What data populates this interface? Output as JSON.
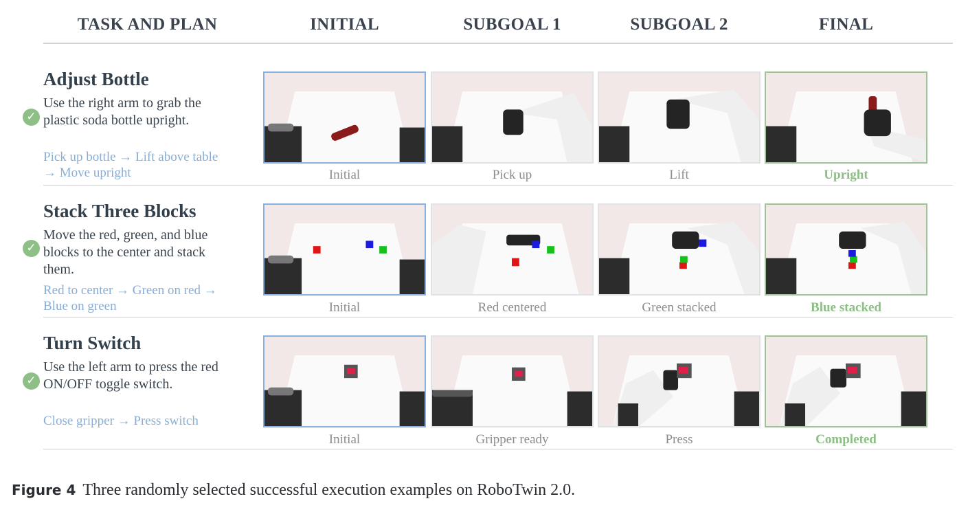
{
  "header": {
    "task_and_plan": "TASK AND PLAN",
    "initial": "INITIAL",
    "subgoal1": "SUBGOAL 1",
    "subgoal2": "SUBGOAL 2",
    "final": "FINAL"
  },
  "tasks": [
    {
      "title": "Adjust Bottle",
      "description": "Use the right arm to grab the plastic soda bottle upright.",
      "plan": "Pick up bottle → Lift above table → Move upright",
      "captions": [
        "Initial",
        "Pick up",
        "Lift",
        "Upright"
      ]
    },
    {
      "title": "Stack Three Blocks",
      "description": "Move the red, green, and blue blocks to the center and stack them.",
      "plan": "Red to center → Green on red → Blue on green",
      "captions": [
        "Initial",
        "Red centered",
        "Green stacked",
        "Blue stacked"
      ]
    },
    {
      "title": "Turn Switch",
      "description": "Use the left arm to press the red ON/OFF toggle switch.",
      "plan": "Close gripper → Press switch",
      "captions": [
        "Initial",
        "Gripper ready",
        "Press",
        "Completed"
      ]
    }
  ],
  "figure": {
    "label": "Figure 4",
    "caption": "Three randomly selected successful execution examples on RoboTwin 2.0."
  },
  "colors": {
    "initial_border": "#8ab0dd",
    "final_border": "#9cc495",
    "plan_text": "#88aed6",
    "check": "#8dbf86"
  }
}
